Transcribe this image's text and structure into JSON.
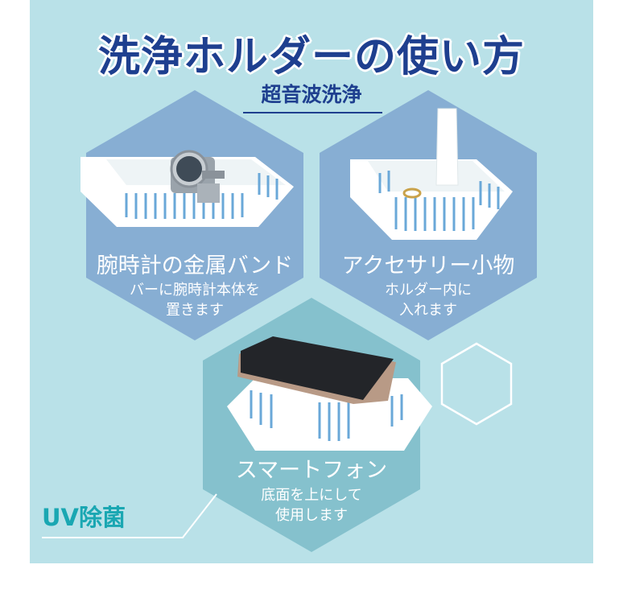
{
  "header": {
    "title": "洗浄ホルダーの使い方",
    "subtitle": "超音波洗浄"
  },
  "cards": [
    {
      "title": "腕時計の金属バンド",
      "desc_line1": "バーに腕時計本体を",
      "desc_line2": "置きます"
    },
    {
      "title": "アクセサリー小物",
      "desc_line1": "ホルダー内に",
      "desc_line2": "入れます"
    },
    {
      "title": "スマートフォン",
      "desc_line1": "底面を上にして",
      "desc_line2": "使用します"
    }
  ],
  "uv_section": {
    "label": "UV除菌"
  },
  "colors": {
    "background": "#b9e1e8",
    "hex_blue": "#87aed3",
    "hex_teal": "#85c1cd",
    "title_navy": "#1e3f8f",
    "uv_teal": "#1aa7b2"
  }
}
